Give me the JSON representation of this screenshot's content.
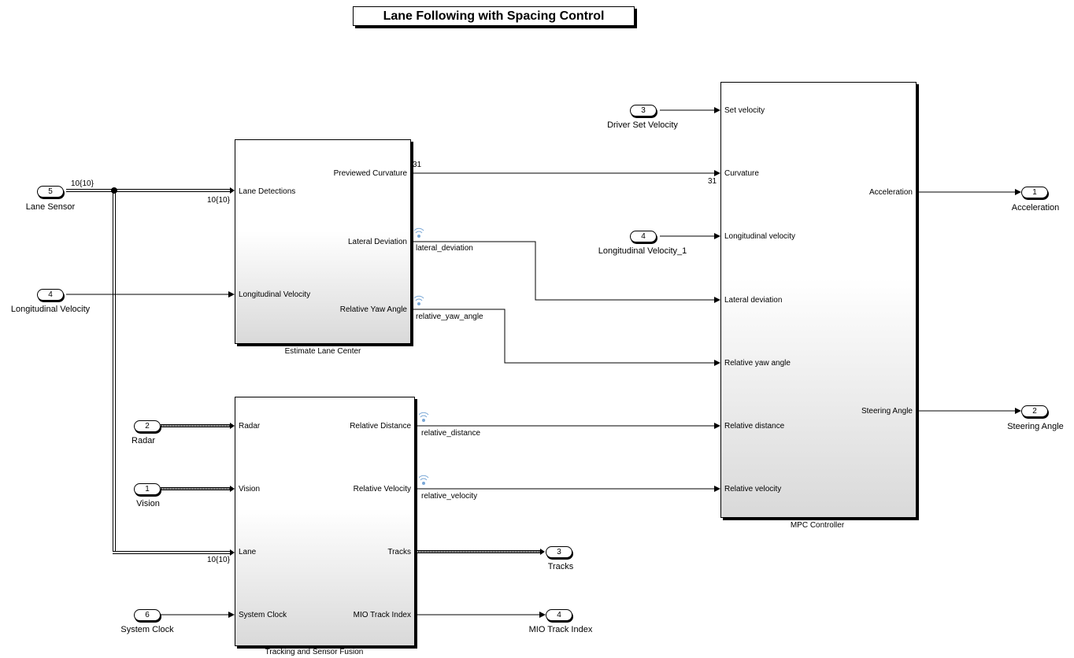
{
  "title": "Lane Following with Spacing Control",
  "blocks": {
    "estimate_lane_center": {
      "label": "Estimate Lane Center",
      "inputs": [
        "Lane Detections",
        "Longitudinal Velocity"
      ],
      "outputs": [
        "Previewed Curvature",
        "Lateral Deviation",
        "Relative Yaw Angle"
      ]
    },
    "tracking_sensor_fusion": {
      "label": "Tracking and Sensor Fusion",
      "inputs": [
        "Radar",
        "Vision",
        "Lane",
        "System Clock"
      ],
      "outputs": [
        "Relative Distance",
        "Relative Velocity",
        "Tracks",
        "MIO Track Index"
      ]
    },
    "mpc_controller": {
      "label": "MPC Controller",
      "inputs": [
        "Set velocity",
        "Curvature",
        "Longitudinal velocity",
        "Lateral deviation",
        "Relative yaw angle",
        "Relative distance",
        "Relative velocity"
      ],
      "outputs": [
        "Acceleration",
        "Steering Angle"
      ]
    }
  },
  "inports": [
    {
      "number": "5",
      "label": "Lane Sensor"
    },
    {
      "number": "4",
      "label": "Longitudinal Velocity"
    },
    {
      "number": "2",
      "label": "Radar"
    },
    {
      "number": "1",
      "label": "Vision"
    },
    {
      "number": "6",
      "label": "System Clock"
    },
    {
      "number": "3",
      "label": "Driver Set Velocity"
    },
    {
      "number": "4",
      "label": "Longitudinal Velocity_1"
    }
  ],
  "outports": [
    {
      "number": "1",
      "label": "Acceleration"
    },
    {
      "number": "2",
      "label": "Steering Angle"
    },
    {
      "number": "3",
      "label": "Tracks"
    },
    {
      "number": "4",
      "label": "MIO Track Index"
    }
  ],
  "signals": {
    "lane_dim_a": "10{10}",
    "lane_dim_b": "10{10}",
    "lane_dim_c": "10{10}",
    "curv_dim_a": "31",
    "curv_dim_b": "31",
    "lateral_deviation": "lateral_deviation",
    "relative_yaw_angle": "relative_yaw_angle",
    "relative_distance": "relative_distance",
    "relative_velocity": "relative_velocity"
  },
  "colors": {
    "signal_logging_icon": "#7aa7d6"
  }
}
